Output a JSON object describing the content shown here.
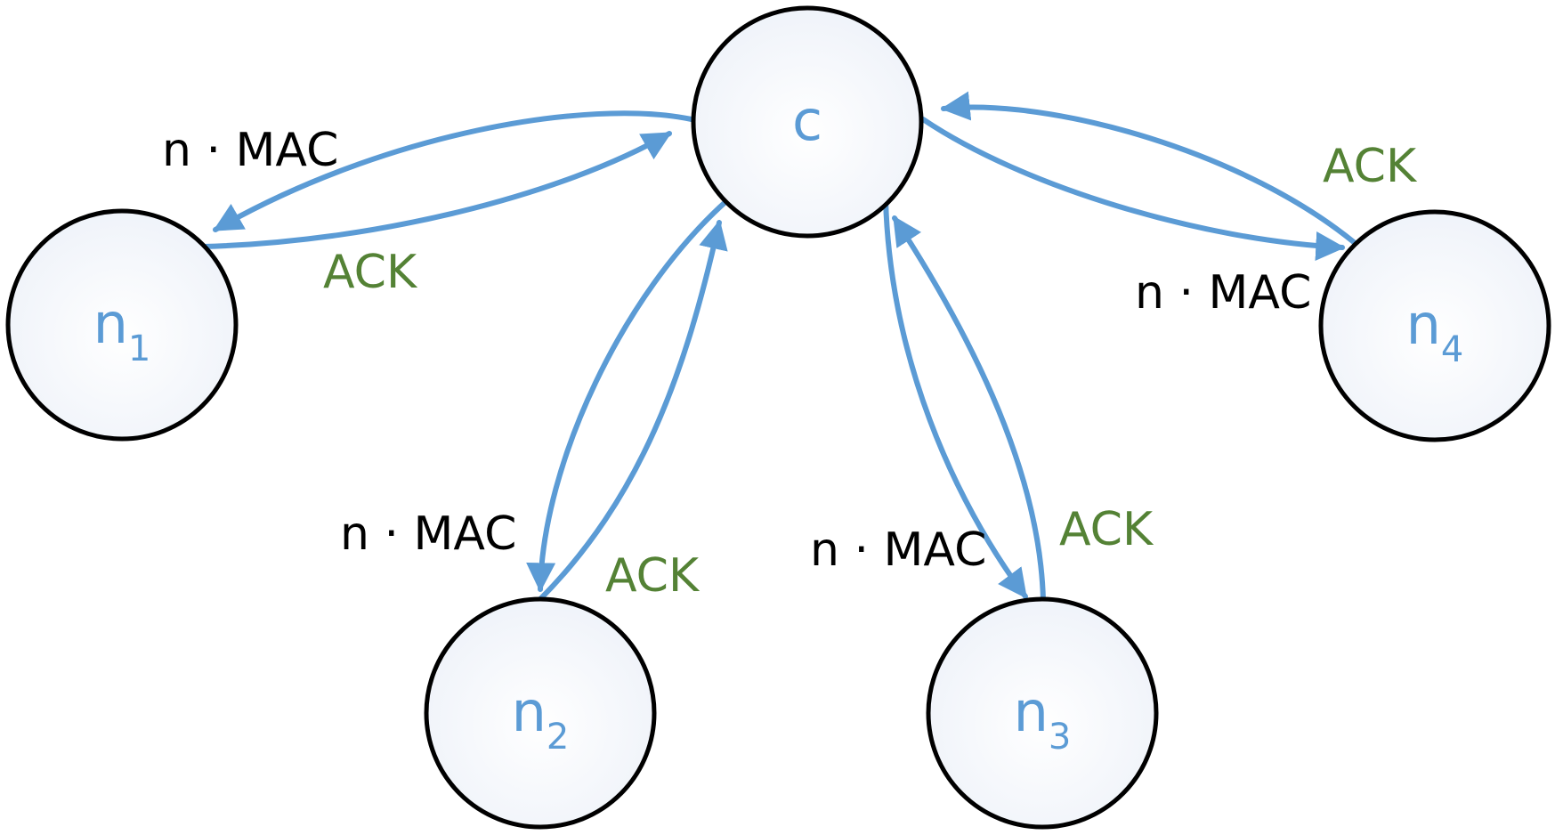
{
  "colors": {
    "node_stroke": "#000000",
    "node_label": "#5b9bd5",
    "edge": "#5b9bd5",
    "mac_label": "#000000",
    "ack_label": "#548235"
  },
  "nodes": {
    "c": {
      "label": "c",
      "sub": ""
    },
    "n1": {
      "label": "n",
      "sub": "1"
    },
    "n2": {
      "label": "n",
      "sub": "2"
    },
    "n3": {
      "label": "n",
      "sub": "3"
    },
    "n4": {
      "label": "n",
      "sub": "4"
    }
  },
  "edges": {
    "c_n1": {
      "mac": "n · MAC",
      "ack": "ACK"
    },
    "c_n2": {
      "mac": "n · MAC",
      "ack": "ACK"
    },
    "c_n3": {
      "mac": "n · MAC",
      "ack": "ACK"
    },
    "c_n4": {
      "mac": "n · MAC",
      "ack": "ACK"
    }
  }
}
